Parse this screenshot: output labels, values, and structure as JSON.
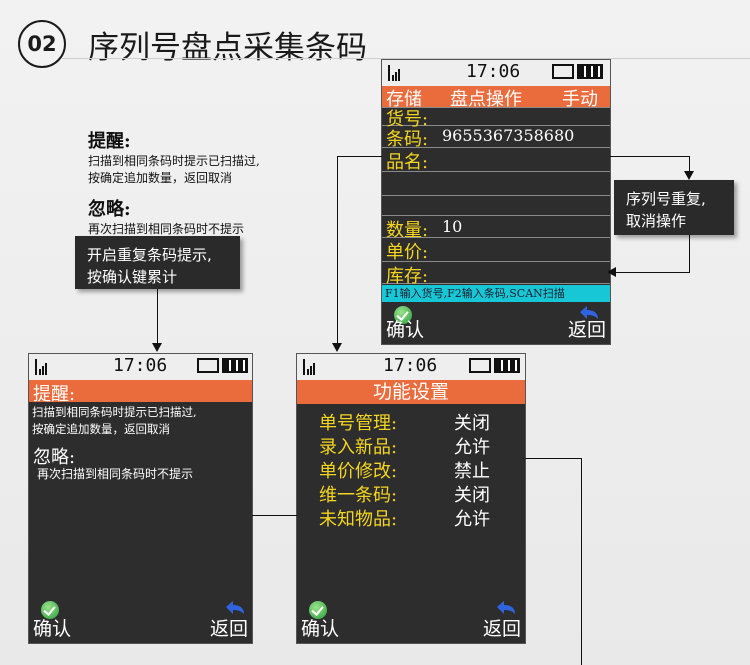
{
  "header": {
    "badge": "02",
    "title": "序列号盘点采集条码"
  },
  "note": {
    "h1": "提醒:",
    "t1a": "扫描到相同条码时提示已扫描过,",
    "t1b": "按确定追加数量，返回取消",
    "h2": "忽略:",
    "t2": "再次扫描到相同条码时不提示"
  },
  "tip_left": {
    "line1": "开启重复条码提示,",
    "line2": "按确认键累计"
  },
  "tip_right": {
    "line1": "序列号重复,",
    "line2": "取消操作"
  },
  "time": "17:06",
  "top_screen": {
    "menu_left": "存储",
    "menu_center": "盘点操作",
    "menu_right": "手动",
    "label_goods": "货号:",
    "label_barcode": "条码:",
    "barcode": "9655367358680",
    "label_name": "品名:",
    "label_qty": "数量:",
    "qty": "10",
    "label_price": "单价:",
    "label_stock": "库存:",
    "hint": "F1输入货号,F2输入条码,SCAN扫描",
    "ok": "确认",
    "back": "返回"
  },
  "left_screen": {
    "title": "提醒:",
    "line1": "扫描到相同条码时提示已扫描过,",
    "line2": "按确定追加数量，返回取消",
    "h2": "忽略:",
    "line3": "再次扫描到相同条码时不提示",
    "ok": "确认",
    "back": "返回"
  },
  "right_screen": {
    "title": "功能设置",
    "items": [
      {
        "label": "单号管理:",
        "value": "关闭"
      },
      {
        "label": "录入新品:",
        "value": "允许"
      },
      {
        "label": "单价修改:",
        "value": "禁止"
      },
      {
        "label": "维一条码:",
        "value": "关闭"
      },
      {
        "label": "未知物品:",
        "value": "允许"
      }
    ],
    "ok": "确认",
    "back": "返回"
  }
}
